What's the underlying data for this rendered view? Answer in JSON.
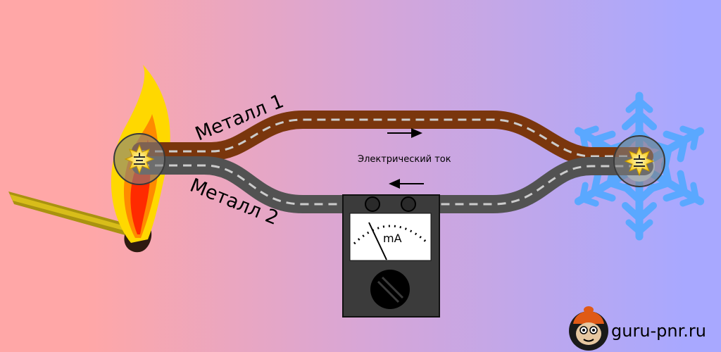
{
  "diagram": {
    "labels": {
      "metal_1": "Металл 1",
      "metal_2": "Металл 2",
      "current": "Электрический ток",
      "meter_unit": "mA"
    },
    "brand": {
      "site": "guru-pnr.ru"
    },
    "colors": {
      "background_hot": "#ffa7a7",
      "background_cold": "#a8a8ff",
      "metal_1": "#7a360d",
      "metal_2": "#525252",
      "dash": "#cccccc",
      "meter_body": "#3b3b3b",
      "snowflake": "#8fc6ff",
      "flame_outer": "#ffd800",
      "flame_inner": "#ff2a00"
    },
    "icons": {
      "hot_source": "burning-match",
      "cold_source": "snowflake",
      "junction": "thermocouple-junction",
      "instrument": "milliammeter"
    }
  }
}
